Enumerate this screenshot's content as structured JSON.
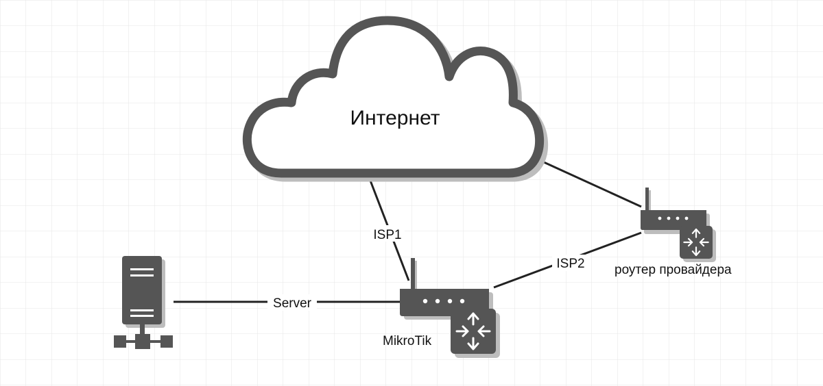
{
  "diagram": {
    "cloud_label": "Интернет",
    "links": {
      "isp1": "ISP1",
      "isp2": "ISP2",
      "server": "Server"
    },
    "nodes": {
      "mikrotik": "MikroTik",
      "provider_router": "роутер провайдера"
    }
  },
  "colors": {
    "grid": "#e6e6e6",
    "device": "#555555",
    "device_shadow": "#bdbdbd",
    "line": "#222222"
  }
}
